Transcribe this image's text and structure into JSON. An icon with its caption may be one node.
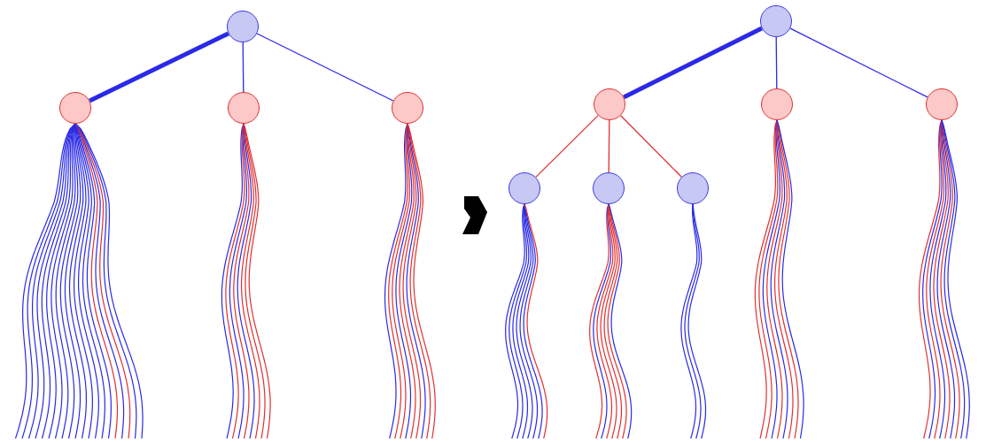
{
  "diagram": {
    "nodes": [
      {
        "text": [],
        "shape": "circle"
      },
      {
        "text": [],
        "shape": "circle"
      },
      {
        "text": [],
        "shape": "circle"
      },
      {
        "text": [],
        "shape": "circle"
      },
      {
        "text": [],
        "shape": "circle"
      },
      {
        "text": [],
        "shape": "circle"
      },
      {
        "text": [],
        "shape": "circle"
      },
      {
        "text": [],
        "shape": "circle"
      },
      {
        "text": [],
        "shape": "circle"
      },
      {
        "text": [],
        "shape": "circle"
      },
      {
        "text": [],
        "shape": "circle"
      }
    ],
    "edges": [
      {
        "from": 0,
        "to": 1,
        "arrow": "none",
        "style": "thick"
      },
      {
        "from": 0,
        "to": 2,
        "arrow": "none"
      },
      {
        "from": 0,
        "to": 3,
        "arrow": "none"
      },
      {
        "from": 4,
        "to": 5,
        "arrow": "none",
        "style": "thick"
      },
      {
        "from": 4,
        "to": 6,
        "arrow": "none"
      },
      {
        "from": 4,
        "to": 7,
        "arrow": "none"
      },
      {
        "from": 5,
        "to": 8,
        "arrow": "none",
        "color": "#e03030"
      },
      {
        "from": 5,
        "to": 9,
        "arrow": "none",
        "color": "#e03030"
      },
      {
        "from": 5,
        "to": 10,
        "arrow": "none",
        "color": "#e03030"
      }
    ]
  }
}
